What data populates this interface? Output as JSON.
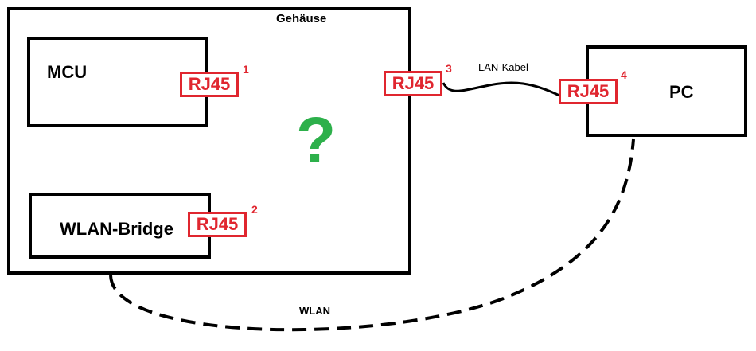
{
  "housing": {
    "label": "Gehäuse"
  },
  "mcu": {
    "label": "MCU"
  },
  "wlan_bridge": {
    "label": "WLAN-Bridge"
  },
  "pc": {
    "label": "PC"
  },
  "ports": [
    {
      "label": "RJ45",
      "number": "1"
    },
    {
      "label": "RJ45",
      "number": "2"
    },
    {
      "label": "RJ45",
      "number": "3"
    },
    {
      "label": "RJ45",
      "number": "4"
    }
  ],
  "question_mark": "?",
  "connections": {
    "lan": "LAN-Kabel",
    "wlan": "WLAN"
  },
  "colors": {
    "port": "#e0262f",
    "question": "#2db04b",
    "line": "#000000"
  }
}
